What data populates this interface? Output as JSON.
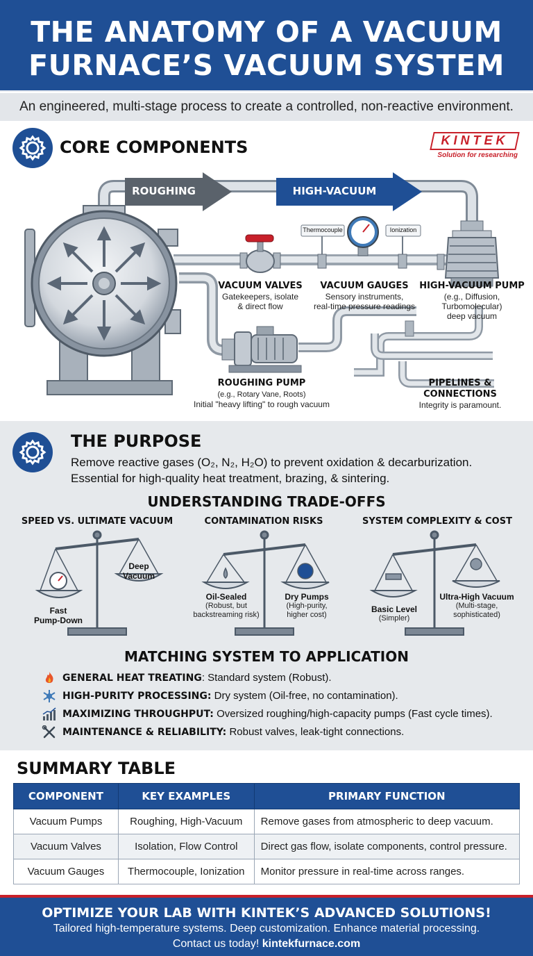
{
  "header": {
    "title_line1": "THE ANATOMY OF A VACUUM",
    "title_line2": "FURNACE’S VACUUM SYSTEM",
    "subtitle": "An engineered, multi-stage process to create a controlled, non-reactive environment."
  },
  "brand": {
    "logo_text": "KINTEK",
    "tagline": "Solution for researching",
    "color": "#c8202a",
    "primary_blue": "#1f4f95"
  },
  "core": {
    "title": "CORE COMPONENTS",
    "arrows": {
      "roughing": "ROUGHING",
      "high_vacuum": "HIGH-VACUUM"
    },
    "gauge_tags": {
      "left": "Thermocouple",
      "right": "Ionization"
    },
    "labels": {
      "valves": {
        "title": "VACUUM VALVES",
        "line1": "Gatekeepers, isolate",
        "line2": "& direct flow"
      },
      "gauges": {
        "title": "VACUUM GAUGES",
        "line1": "Sensory instruments,",
        "line2": "real-time pressure readings"
      },
      "hv_pump": {
        "title": "HIGH-VACUUM PUMP",
        "line1": "(e.g., Diffusion,",
        "line2": "Turbomolecular)",
        "line3": "deep vacuum"
      },
      "roughing_pump": {
        "title": "ROUGHING PUMP",
        "line1": "(e.g., Rotary Vane, Roots)",
        "line2": "Initial \"heavy lifting\" to rough vacuum"
      },
      "pipelines": {
        "title1": "PIPELINES &",
        "title2": "CONNECTIONS",
        "line1": "Integrity is paramount."
      }
    }
  },
  "purpose": {
    "title": "THE PURPOSE",
    "line1": "Remove reactive gases (O₂, N₂, H₂O) to prevent oxidation & decarburization.",
    "line2": "Essential for high-quality heat treatment, brazing, & sintering."
  },
  "tradeoffs": {
    "title": "UNDERSTANDING TRADE-OFFS",
    "items": [
      {
        "heading": "SPEED VS. ULTIMATE VACUUM",
        "left_title": "Fast",
        "left_sub": "Pump-Down",
        "right_title": "Deep",
        "right_sub": "Vacuum"
      },
      {
        "heading": "CONTAMINATION RISKS",
        "left_title": "Oil-Sealed",
        "left_sub": "(Robust, but",
        "left_sub2": "backstreaming risk)",
        "right_title": "Dry Pumps",
        "right_sub": "(High-purity,",
        "right_sub2": "higher cost)"
      },
      {
        "heading": "SYSTEM COMPLEXITY & COST",
        "left_title": "Basic Level",
        "left_sub": "(Simpler)",
        "right_title": "Ultra-High Vacuum",
        "right_sub": "(Multi-stage,",
        "right_sub2": "sophisticated)"
      }
    ]
  },
  "applications": {
    "title": "MATCHING SYSTEM TO APPLICATION",
    "items": [
      {
        "icon": "flame-icon",
        "label": "GENERAL HEAT TREATING",
        "text": "Standard system (Robust)."
      },
      {
        "icon": "purity-icon",
        "label": "HIGH-PURITY PROCESSING:",
        "text": "Dry system (Oil-free, no contamination)."
      },
      {
        "icon": "chart-icon",
        "label": "MAXIMIZING THROUGHPUT:",
        "text": "Oversized roughing/high-capacity pumps (Fast cycle times)."
      },
      {
        "icon": "tools-icon",
        "label": "MAINTENANCE & RELIABILITY:",
        "text": "Robust valves, leak-tight connections."
      }
    ]
  },
  "summary": {
    "title": "SUMMARY TABLE",
    "headers": [
      "COMPONENT",
      "KEY EXAMPLES",
      "PRIMARY FUNCTION"
    ],
    "rows": [
      [
        "Vacuum Pumps",
        "Roughing, High-Vacuum",
        "Remove gases from atmospheric to deep vacuum."
      ],
      [
        "Vacuum Valves",
        "Isolation, Flow Control",
        "Direct gas flow, isolate components, control pressure."
      ],
      [
        "Vacuum Gauges",
        "Thermocouple, Ionization",
        "Monitor pressure in real-time across ranges."
      ]
    ]
  },
  "footer": {
    "headline": "OPTIMIZE YOUR LAB WITH KINTEK’S ADVANCED SOLUTIONS!",
    "line2": "Tailored high-temperature systems. Deep customization. Enhance material processing.",
    "line3_prefix": "Contact us today!",
    "line3_link": "kintekfurnace.com"
  }
}
